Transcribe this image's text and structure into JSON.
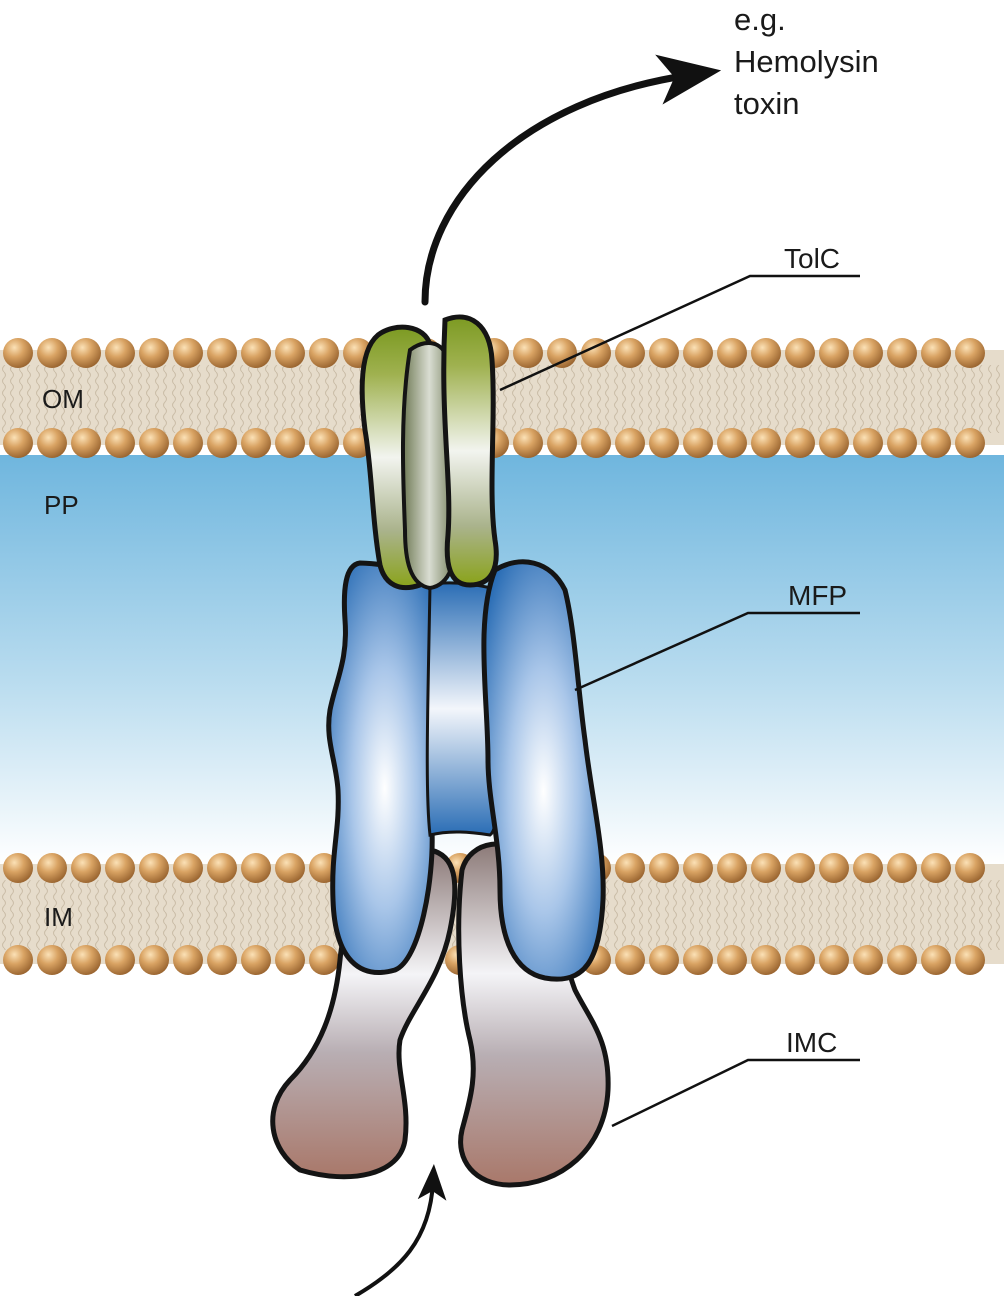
{
  "cargo": {
    "lines": [
      "e.g.",
      "Hemolysin",
      "toxin"
    ]
  },
  "regions": {
    "outer_membrane": "OM",
    "periplasm": "PP",
    "inner_membrane": "IM"
  },
  "callouts": {
    "tolc": "TolC",
    "mfp": "MFP",
    "imc": "IMC"
  },
  "colors": {
    "lipid_head": "#c9904a",
    "membrane_core": "#e6dccb",
    "periplasm_top": "#6fb6de",
    "periplasm_bottom": "#ffffff",
    "tolc": "#8aa63a",
    "mfp": "#2f72b8",
    "imc": "#9e7b6e",
    "arrow": "#111111"
  },
  "icons": {
    "export_arrow": "curved-arrow-up-right-icon",
    "import_arrow": "curved-arrow-up-icon"
  }
}
